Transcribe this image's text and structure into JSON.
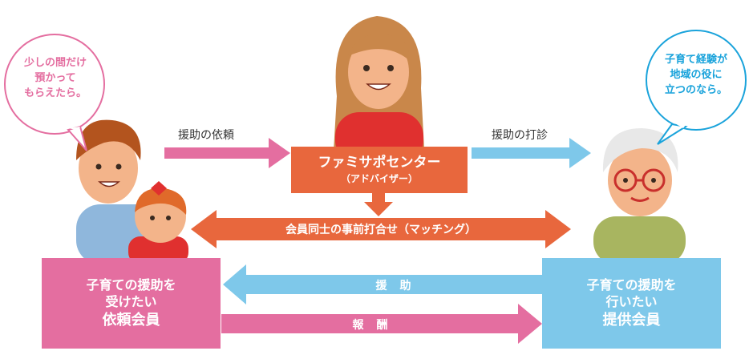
{
  "colors": {
    "pink": "#e46ea0",
    "light_blue": "#7ec8ea",
    "orange": "#e8673d",
    "coral_box": "#e8673d",
    "blue_text": "#1aa3db"
  },
  "center": {
    "title": "ファミサポセンター",
    "subtitle": "（アドバイザー）"
  },
  "requester": {
    "line1": "子育ての援助を",
    "line2": "受けたい",
    "line3": "依頼会員",
    "bubble": [
      "少しの間だけ",
      "預かって",
      "もらえたら。"
    ]
  },
  "provider": {
    "line1": "子育ての援助を",
    "line2": "行いたい",
    "line3": "提供会員",
    "bubble": [
      "子育て経験が",
      "地域の役に",
      "立つのなら。"
    ]
  },
  "arrows": {
    "request": "援助の依頼",
    "inquiry": "援助の打診",
    "matching": "会員同士の事前打合せ（マッチング）",
    "help": "援　助",
    "reward": "報　酬"
  }
}
